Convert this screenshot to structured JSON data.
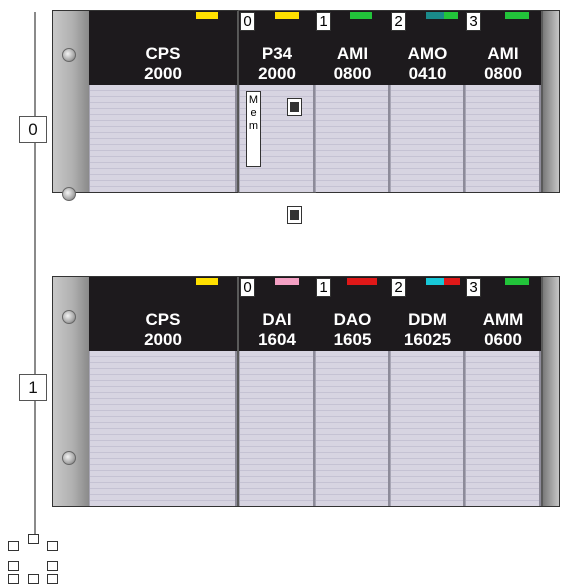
{
  "bus": {
    "segments": [
      {
        "number": "0"
      },
      {
        "number": "1"
      }
    ]
  },
  "racks": [
    {
      "modules": [
        {
          "slot": "",
          "name": "CPS",
          "number": "2000",
          "leds": [
            "#ffe000"
          ]
        },
        {
          "slot": "0",
          "name": "P34",
          "number": "2000",
          "leds": [
            "#ffe000"
          ],
          "memory_card": [
            "M",
            "e",
            "m"
          ]
        },
        {
          "slot": "1",
          "name": "AMI",
          "number": "0800",
          "leds": [
            "#22c43a"
          ]
        },
        {
          "slot": "2",
          "name": "AMO",
          "number": "0410",
          "leds": [
            "#1a8a8a",
            "#22c43a"
          ]
        },
        {
          "slot": "3",
          "name": "AMI",
          "number": "0800",
          "leds": [
            "#22c43a"
          ]
        }
      ]
    },
    {
      "modules": [
        {
          "slot": "",
          "name": "CPS",
          "number": "2000",
          "leds": [
            "#ffe000"
          ]
        },
        {
          "slot": "0",
          "name": "DAI",
          "number": "1604",
          "leds": [
            "#f4a0c4"
          ]
        },
        {
          "slot": "1",
          "name": "DAO",
          "number": "1605",
          "leds": [
            "#e01818"
          ]
        },
        {
          "slot": "2",
          "name": "DDM",
          "number": "16025",
          "leds": [
            "#18c8d8",
            "#e01818"
          ]
        },
        {
          "slot": "3",
          "name": "AMM",
          "number": "0600",
          "leds": [
            "#22c43a"
          ]
        }
      ]
    }
  ]
}
